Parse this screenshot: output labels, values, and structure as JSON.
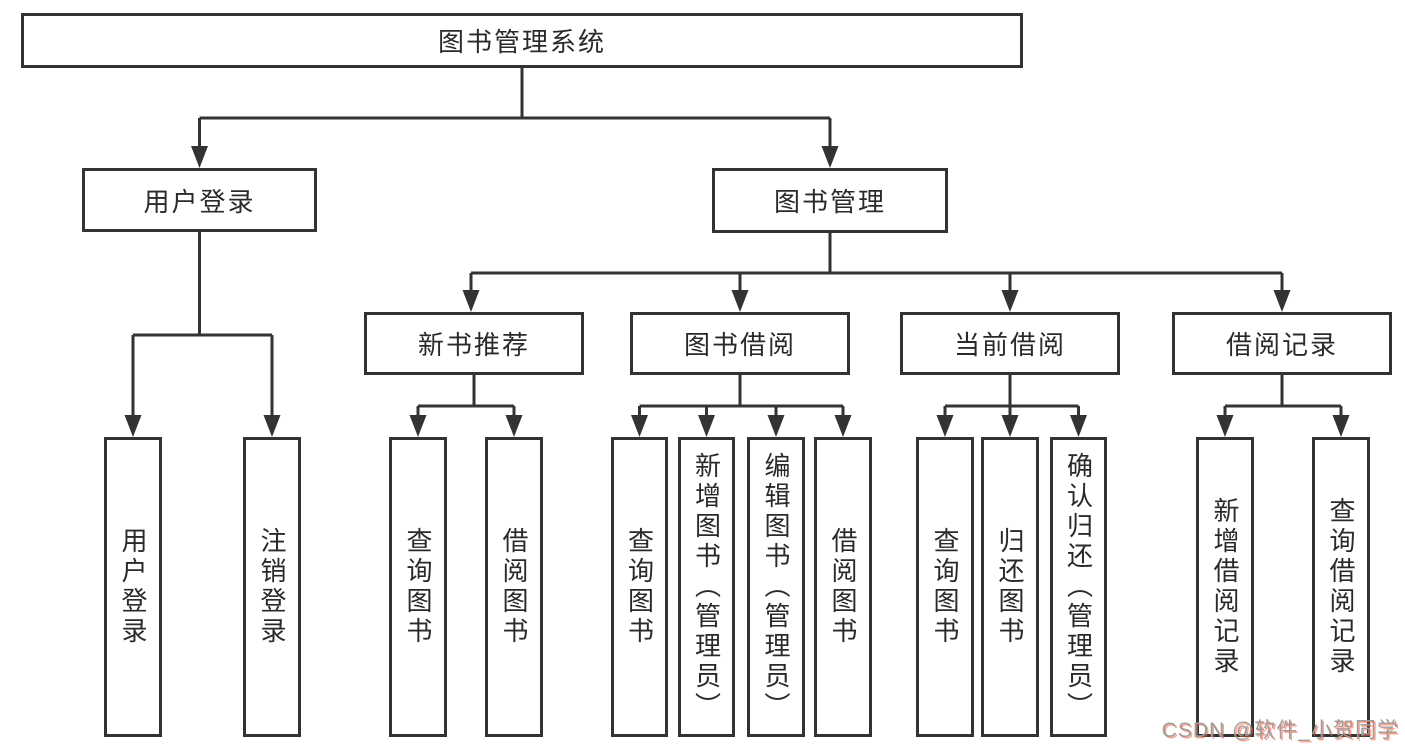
{
  "diagram": {
    "type": "hierarchy-tree",
    "title": "图书管理系统",
    "tree": {
      "label": "图书管理系统",
      "children": [
        {
          "label": "用户登录",
          "children": [
            {
              "label": "用户登录"
            },
            {
              "label": "注销登录"
            }
          ]
        },
        {
          "label": "图书管理",
          "children": [
            {
              "label": "新书推荐",
              "children": [
                {
                  "label": "查询图书"
                },
                {
                  "label": "借阅图书"
                }
              ]
            },
            {
              "label": "图书借阅",
              "children": [
                {
                  "label": "查询图书"
                },
                {
                  "label": "新增图书（管理员）"
                },
                {
                  "label": "编辑图书（管理员）"
                },
                {
                  "label": "借阅图书"
                }
              ]
            },
            {
              "label": "当前借阅",
              "children": [
                {
                  "label": "查询图书"
                },
                {
                  "label": "归还图书"
                },
                {
                  "label": "确认归还（管理员）"
                }
              ]
            },
            {
              "label": "借阅记录",
              "children": [
                {
                  "label": "新增借阅记录"
                },
                {
                  "label": "查询借阅记录"
                }
              ]
            }
          ]
        }
      ]
    }
  },
  "watermark": {
    "text": "CSDN @软件_小贺同学"
  },
  "colors": {
    "line": "#333333",
    "box_border": "#333333",
    "text": "#2a2a2a",
    "background": "#ffffff",
    "watermark_text": "#9e9e9e",
    "watermark_accent": "#fc5531"
  }
}
